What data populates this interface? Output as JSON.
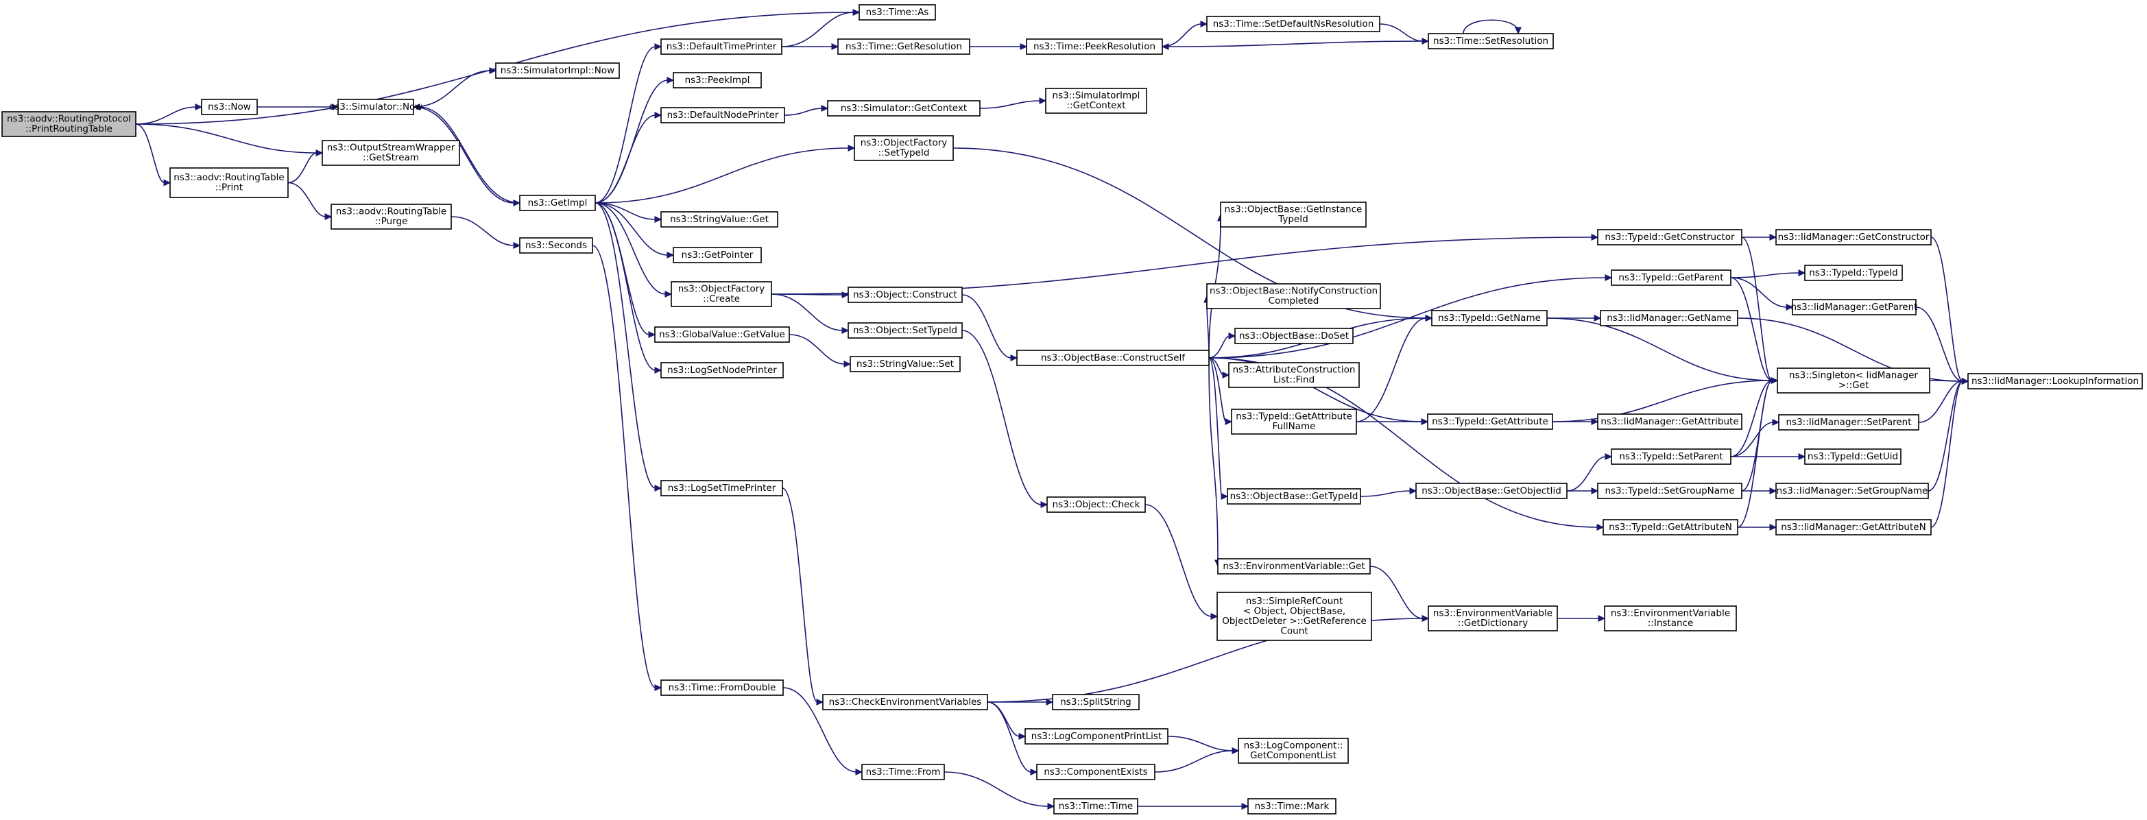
{
  "diagram": {
    "nodes": [
      {
        "id": "n1",
        "lines": [
          "ns3::aodv::RoutingProtocol",
          "::PrintRoutingTable"
        ],
        "root": true
      },
      {
        "id": "n2",
        "lines": [
          "ns3::Now"
        ]
      },
      {
        "id": "n3",
        "lines": [
          "ns3::Time::As"
        ]
      },
      {
        "id": "n4",
        "lines": [
          "ns3::OutputStreamWrapper",
          "::GetStream"
        ]
      },
      {
        "id": "n5",
        "lines": [
          "ns3::aodv::RoutingTable",
          "::Print"
        ]
      },
      {
        "id": "n6",
        "lines": [
          "ns3::Simulator::Now"
        ]
      },
      {
        "id": "n7",
        "lines": [
          "ns3::SimulatorImpl::Now"
        ]
      },
      {
        "id": "n8",
        "lines": [
          "ns3::GetImpl"
        ]
      },
      {
        "id": "n9",
        "lines": [
          "ns3::aodv::RoutingTable",
          "::Purge"
        ]
      },
      {
        "id": "n10",
        "lines": [
          "ns3::Seconds"
        ]
      },
      {
        "id": "n11",
        "lines": [
          "ns3::DefaultTimePrinter"
        ]
      },
      {
        "id": "n12",
        "lines": [
          "ns3::PeekImpl"
        ]
      },
      {
        "id": "n13",
        "lines": [
          "ns3::DefaultNodePrinter"
        ]
      },
      {
        "id": "n14",
        "lines": [
          "ns3::StringValue::Get"
        ]
      },
      {
        "id": "n15",
        "lines": [
          "ns3::GetPointer"
        ]
      },
      {
        "id": "n16",
        "lines": [
          "ns3::ObjectFactory",
          "::Create"
        ]
      },
      {
        "id": "n17",
        "lines": [
          "ns3::GlobalValue::GetValue"
        ]
      },
      {
        "id": "n18",
        "lines": [
          "ns3::LogSetNodePrinter"
        ]
      },
      {
        "id": "n19",
        "lines": [
          "ns3::LogSetTimePrinter"
        ]
      },
      {
        "id": "n20",
        "lines": [
          "ns3::Time::FromDouble"
        ]
      },
      {
        "id": "n21",
        "lines": [
          "ns3::Time::GetResolution"
        ]
      },
      {
        "id": "n22",
        "lines": [
          "ns3::Simulator::GetContext"
        ]
      },
      {
        "id": "n23",
        "lines": [
          "ns3::ObjectFactory",
          "::SetTypeId"
        ]
      },
      {
        "id": "n24",
        "lines": [
          "ns3::Object::Construct"
        ]
      },
      {
        "id": "n25",
        "lines": [
          "ns3::Object::SetTypeId"
        ]
      },
      {
        "id": "n26",
        "lines": [
          "ns3::StringValue::Set"
        ]
      },
      {
        "id": "n27",
        "lines": [
          "ns3::CheckEnvironmentVariables"
        ]
      },
      {
        "id": "n28",
        "lines": [
          "ns3::LogComponentPrintList"
        ]
      },
      {
        "id": "n29",
        "lines": [
          "ns3::ComponentExists"
        ]
      },
      {
        "id": "n30",
        "lines": [
          "ns3::SplitString"
        ]
      },
      {
        "id": "n31",
        "lines": [
          "ns3::Time::From"
        ]
      },
      {
        "id": "n32",
        "lines": [
          "ns3::Time::Time"
        ]
      },
      {
        "id": "n33",
        "lines": [
          "ns3::Time::Mark"
        ]
      },
      {
        "id": "n34",
        "lines": [
          "ns3::Time::PeekResolution"
        ]
      },
      {
        "id": "n35",
        "lines": [
          "ns3::Time::SetDefaultNsResolution"
        ]
      },
      {
        "id": "n36",
        "lines": [
          "ns3::Time::SetResolution"
        ]
      },
      {
        "id": "n37",
        "lines": [
          "ns3::SimulatorImpl",
          "::GetContext"
        ]
      },
      {
        "id": "n38",
        "lines": [
          "ns3::ObjectBase::ConstructSelf"
        ]
      },
      {
        "id": "n39",
        "lines": [
          "ns3::Object::Check"
        ]
      },
      {
        "id": "n40",
        "lines": [
          "ns3::SimpleRefCount",
          "< Object, ObjectBase,",
          "ObjectDeleter >::GetReference",
          "Count"
        ]
      },
      {
        "id": "n41",
        "lines": [
          "ns3::ObjectBase::GetInstance",
          "TypeId"
        ]
      },
      {
        "id": "n42",
        "lines": [
          "ns3::ObjectBase::NotifyConstruction",
          "Completed"
        ]
      },
      {
        "id": "n43",
        "lines": [
          "ns3::ObjectBase::DoSet"
        ]
      },
      {
        "id": "n44",
        "lines": [
          "ns3::AttributeConstruction",
          "List::Find"
        ]
      },
      {
        "id": "n45",
        "lines": [
          "ns3::TypeId::GetAttribute",
          "FullName"
        ]
      },
      {
        "id": "n46",
        "lines": [
          "ns3::ObjectBase::GetTypeId"
        ]
      },
      {
        "id": "n47",
        "lines": [
          "ns3::EnvironmentVariable::Get"
        ]
      },
      {
        "id": "n48",
        "lines": [
          "ns3::EnvironmentVariable",
          "::GetDictionary"
        ]
      },
      {
        "id": "n49",
        "lines": [
          "ns3::EnvironmentVariable",
          "::Instance"
        ]
      },
      {
        "id": "n50",
        "lines": [
          "ns3::LogComponent::",
          "GetComponentList"
        ]
      },
      {
        "id": "n51",
        "lines": [
          "ns3::TypeId::GetName"
        ]
      },
      {
        "id": "n52",
        "lines": [
          "ns3::TypeId::GetAttribute"
        ]
      },
      {
        "id": "n53",
        "lines": [
          "ns3::ObjectBase::GetObjectIid"
        ]
      },
      {
        "id": "n54",
        "lines": [
          "ns3::TypeId::GetConstructor"
        ]
      },
      {
        "id": "n55",
        "lines": [
          "ns3::TypeId::GetParent"
        ]
      },
      {
        "id": "n56",
        "lines": [
          "ns3::IidManager::GetName"
        ]
      },
      {
        "id": "n57",
        "lines": [
          "ns3::IidManager::GetAttribute"
        ]
      },
      {
        "id": "n58",
        "lines": [
          "ns3::TypeId::SetParent"
        ]
      },
      {
        "id": "n59",
        "lines": [
          "ns3::TypeId::SetGroupName"
        ]
      },
      {
        "id": "n60",
        "lines": [
          "ns3::TypeId::GetAttributeN"
        ]
      },
      {
        "id": "n61",
        "lines": [
          "ns3::IidManager::GetConstructor"
        ]
      },
      {
        "id": "n62",
        "lines": [
          "ns3::TypeId::TypeId"
        ]
      },
      {
        "id": "n63",
        "lines": [
          "ns3::IidManager::GetParent"
        ]
      },
      {
        "id": "n64",
        "lines": [
          "ns3::Singleton< IidManager",
          ">::Get"
        ]
      },
      {
        "id": "n65",
        "lines": [
          "ns3::IidManager::SetParent"
        ]
      },
      {
        "id": "n66",
        "lines": [
          "ns3::TypeId::GetUid"
        ]
      },
      {
        "id": "n67",
        "lines": [
          "ns3::IidManager::SetGroupName"
        ]
      },
      {
        "id": "n68",
        "lines": [
          "ns3::IidManager::GetAttributeN"
        ]
      },
      {
        "id": "n69",
        "lines": [
          "ns3::IidManager::LookupInformation"
        ]
      }
    ],
    "edges": [
      [
        "n1",
        "n3"
      ],
      [
        "n1",
        "n2"
      ],
      [
        "n1",
        "n4"
      ],
      [
        "n1",
        "n5"
      ],
      [
        "n2",
        "n6"
      ],
      [
        "n5",
        "n4"
      ],
      [
        "n5",
        "n9"
      ],
      [
        "n6",
        "n7"
      ],
      [
        "n6",
        "n8"
      ],
      [
        "n9",
        "n10"
      ],
      [
        "n10",
        "n20"
      ],
      [
        "n8",
        "n11"
      ],
      [
        "n8",
        "n6"
      ],
      [
        "n8",
        "n12"
      ],
      [
        "n8",
        "n13"
      ],
      [
        "n8",
        "n23"
      ],
      [
        "n8",
        "n14"
      ],
      [
        "n8",
        "n15"
      ],
      [
        "n8",
        "n16"
      ],
      [
        "n8",
        "n17"
      ],
      [
        "n8",
        "n18"
      ],
      [
        "n8",
        "n19"
      ],
      [
        "n11",
        "n3"
      ],
      [
        "n11",
        "n21"
      ],
      [
        "n13",
        "n22"
      ],
      [
        "n22",
        "n37"
      ],
      [
        "n21",
        "n34"
      ],
      [
        "n34",
        "n35"
      ],
      [
        "n35",
        "n36"
      ],
      [
        "n36",
        "n34"
      ],
      [
        "n36",
        "n36"
      ],
      [
        "n23",
        "n51"
      ],
      [
        "n16",
        "n54"
      ],
      [
        "n16",
        "n24"
      ],
      [
        "n16",
        "n25"
      ],
      [
        "n17",
        "n26"
      ],
      [
        "n24",
        "n38"
      ],
      [
        "n25",
        "n39"
      ],
      [
        "n39",
        "n40"
      ],
      [
        "n19",
        "n27"
      ],
      [
        "n27",
        "n48"
      ],
      [
        "n27",
        "n30"
      ],
      [
        "n27",
        "n28"
      ],
      [
        "n27",
        "n29"
      ],
      [
        "n28",
        "n50"
      ],
      [
        "n29",
        "n50"
      ],
      [
        "n20",
        "n31"
      ],
      [
        "n31",
        "n32"
      ],
      [
        "n32",
        "n33"
      ],
      [
        "n38",
        "n55"
      ],
      [
        "n38",
        "n41"
      ],
      [
        "n38",
        "n51"
      ],
      [
        "n38",
        "n42"
      ],
      [
        "n38",
        "n43"
      ],
      [
        "n38",
        "n44"
      ],
      [
        "n38",
        "n45"
      ],
      [
        "n38",
        "n52"
      ],
      [
        "n38",
        "n46"
      ],
      [
        "n38",
        "n60"
      ],
      [
        "n38",
        "n47"
      ],
      [
        "n45",
        "n51"
      ],
      [
        "n45",
        "n52"
      ],
      [
        "n46",
        "n53"
      ],
      [
        "n53",
        "n58"
      ],
      [
        "n53",
        "n59"
      ],
      [
        "n47",
        "n48"
      ],
      [
        "n48",
        "n49"
      ],
      [
        "n51",
        "n56"
      ],
      [
        "n51",
        "n64"
      ],
      [
        "n52",
        "n57"
      ],
      [
        "n52",
        "n64"
      ],
      [
        "n54",
        "n61"
      ],
      [
        "n54",
        "n64"
      ],
      [
        "n55",
        "n62"
      ],
      [
        "n55",
        "n63"
      ],
      [
        "n55",
        "n64"
      ],
      [
        "n56",
        "n69"
      ],
      [
        "n61",
        "n69"
      ],
      [
        "n63",
        "n69"
      ],
      [
        "n58",
        "n65"
      ],
      [
        "n58",
        "n66"
      ],
      [
        "n58",
        "n64"
      ],
      [
        "n59",
        "n67"
      ],
      [
        "n59",
        "n64"
      ],
      [
        "n60",
        "n68"
      ],
      [
        "n60",
        "n64"
      ],
      [
        "n64",
        "n69"
      ],
      [
        "n65",
        "n69"
      ],
      [
        "n67",
        "n69"
      ],
      [
        "n68",
        "n69"
      ]
    ]
  }
}
